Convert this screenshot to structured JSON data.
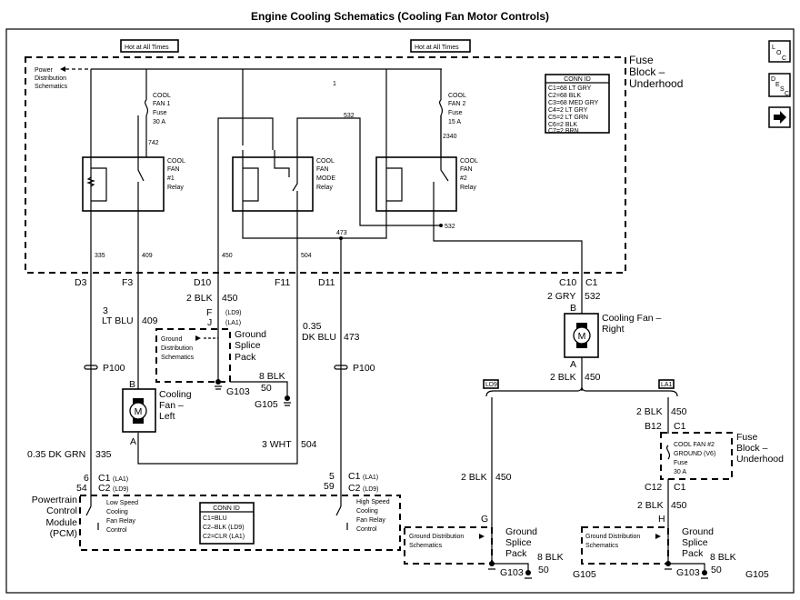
{
  "title": "Engine Cooling Schematics (Cooling Fan Motor Controls)",
  "nav": {
    "loc": [
      "L",
      "O",
      "C"
    ],
    "desc": [
      "D",
      "E",
      "S",
      "C"
    ],
    "next_icon": "arrow-right-icon"
  },
  "hot_at_all_times": "Hot at All Times",
  "power_distribution": [
    "Power",
    "Distribution",
    "Schematics"
  ],
  "fuse_block": [
    "Fuse",
    "Block –",
    "Underhood"
  ],
  "circuit_1": "1",
  "fuse1": [
    "COOL",
    "FAN 1",
    "Fuse",
    "30 A"
  ],
  "fuse2": [
    "COOL",
    "FAN 2",
    "Fuse",
    "15 A"
  ],
  "relay1": [
    "COOL",
    "FAN",
    "#1",
    "Relay"
  ],
  "relay_mode": [
    "COOL",
    "FAN",
    "MODE",
    "Relay"
  ],
  "relay2": [
    "COOL",
    "FAN",
    "#2",
    "Relay"
  ],
  "conn_id_fuse": {
    "header": "CONN ID",
    "rows": [
      "C1=68 LT GRY",
      "C2=68 BLK",
      "C3=68 MED GRY",
      "C4=2 LT GRY",
      "C5=2 LT GRN",
      "C6=2 BLK",
      "C7=2 BRN"
    ]
  },
  "wires": {
    "w742": "742",
    "w2340": "2340",
    "w532a": "532",
    "w532b": "532",
    "w473": "473",
    "w335": "335",
    "w409": "409",
    "w450": "450",
    "w504": "504"
  },
  "connectors": {
    "d3": "D3",
    "f3": "F3",
    "d10": "D10",
    "f11": "F11",
    "d11": "D11",
    "c10": "C10",
    "c1": "C1"
  },
  "left": {
    "lt_blu_gauge": "3",
    "lt_blu": "LT BLU",
    "lt_blu_num": "409",
    "blk450": "2 BLK",
    "blk450_num": "450",
    "f": "F",
    "ld9": "(LD9)",
    "j": "J",
    "la1": "(LA1)",
    "gnd_dist": [
      "Ground",
      "Distribution",
      "Schematics"
    ],
    "gsp": [
      "Ground",
      "Splice",
      "Pack"
    ],
    "p100a": "P100",
    "p100b": "P100",
    "b": "B",
    "a": "A",
    "fan_left": [
      "Cooling",
      "Fan –",
      "Left"
    ],
    "motor": "M",
    "blk8": "8 BLK",
    "blk8_num": "50",
    "g103": "G103",
    "g105": "G105",
    "dkblu_gauge": "0.35",
    "dkblu": "DK BLU",
    "dkblu_num": "473",
    "wht": "3 WHT",
    "wht_num": "504",
    "dkgrn": "0.35 DK GRN",
    "dkgrn_num": "335",
    "pin6": "6",
    "pin54": "54",
    "c1la1": "C1",
    "c2ld9": "C2",
    "tag_la1": "(LA1)",
    "tag_ld9": "(LD9)",
    "pin5": "5",
    "pin59": "59"
  },
  "pcm": {
    "name": [
      "Powertrain",
      "Control",
      "Module",
      "(PCM)"
    ],
    "low": [
      "Low Speed",
      "Cooling",
      "Fan Relay",
      "Control"
    ],
    "high": [
      "High Speed",
      "Cooling",
      "Fan Relay",
      "Control"
    ],
    "conn_id": {
      "header": "CONN ID",
      "rows": [
        "C1=BLU",
        "C2–BLK (LD9)",
        "C2=CLR (LA1)"
      ]
    }
  },
  "right": {
    "gry": "2 GRY",
    "gry_num": "532",
    "b": "B",
    "a": "A",
    "motor": "M",
    "fan_right": [
      "Cooling Fan –",
      "Right"
    ],
    "blk": "2 BLK",
    "blk_num": "450",
    "ld9": "LD9",
    "la1": "LA1",
    "g": "G",
    "h": "H",
    "b12": "B12",
    "c1a": "C1",
    "c12": "C12",
    "c1b": "C1",
    "fuse": [
      "COOL FAN #2",
      "GROUND (V6)",
      "Fuse",
      "30 A"
    ],
    "fuse_block": [
      "Fuse",
      "Block –",
      "Underhood"
    ],
    "gnd_dist": [
      "Ground Distribution",
      "Schematics"
    ],
    "gsp": [
      "Ground",
      "Splice",
      "Pack"
    ],
    "blk8": "8 BLK",
    "blk8_num": "50",
    "g103": "G103",
    "g105": "G105"
  }
}
